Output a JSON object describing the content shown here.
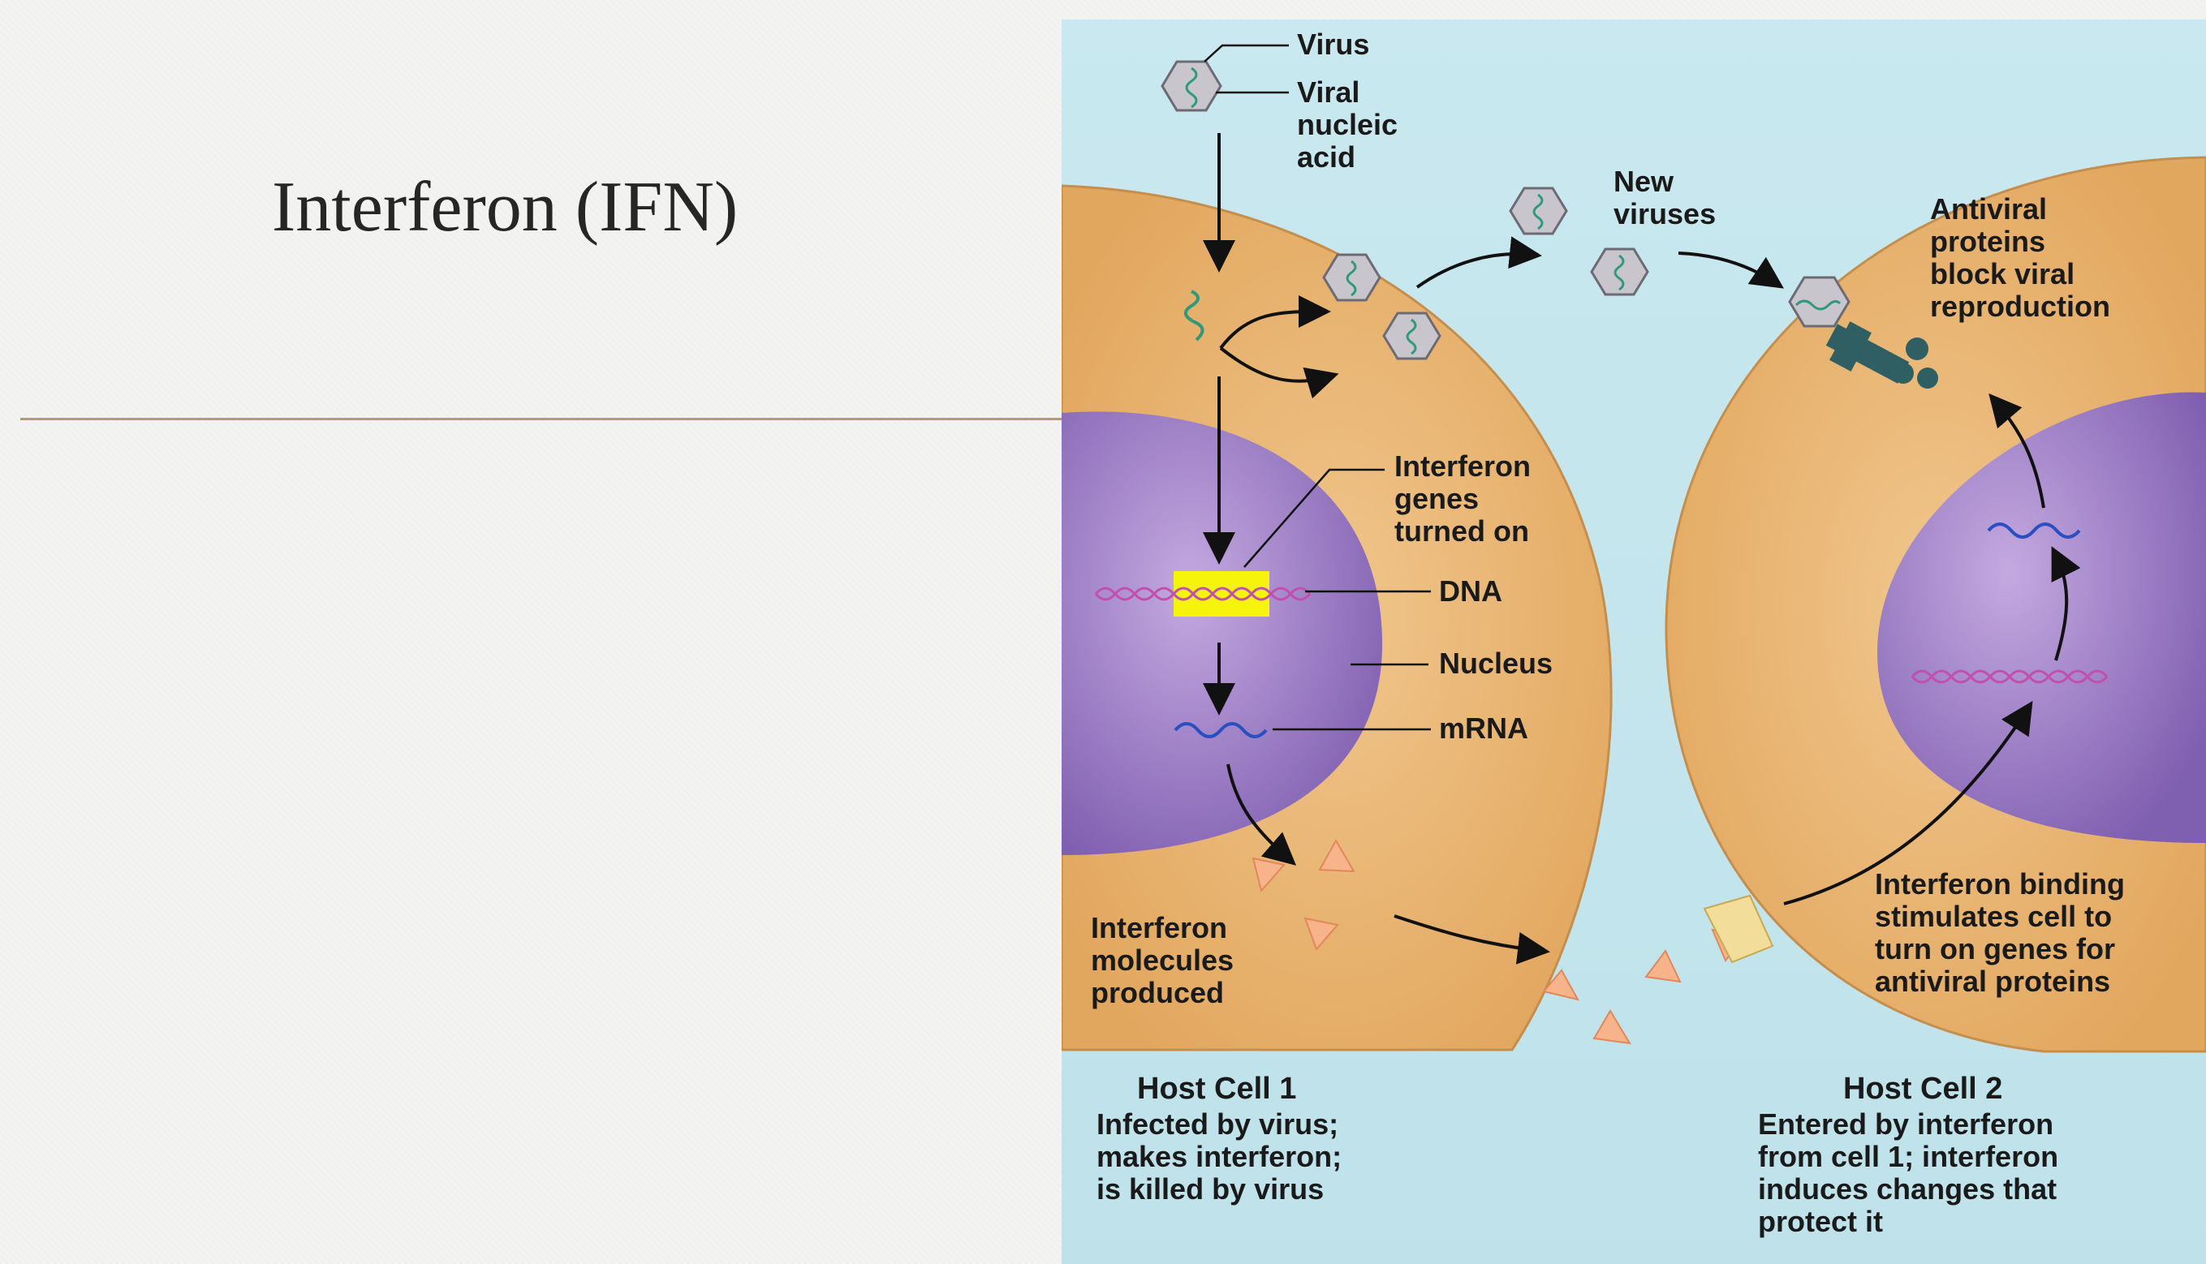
{
  "slide": {
    "title": "Interferon (IFN)"
  },
  "diagram": {
    "labels": {
      "virus": "Virus",
      "viral_nucleic_acid": [
        "Viral",
        "nucleic",
        "acid"
      ],
      "new_viruses": [
        "New",
        "viruses"
      ],
      "antiviral_proteins": [
        "Antiviral",
        "proteins",
        "block viral",
        "reproduction"
      ],
      "interferon_genes": [
        "Interferon",
        "genes",
        "turned on"
      ],
      "dna": "DNA",
      "nucleus": "Nucleus",
      "mrna": "mRNA",
      "interferon_molecules": [
        "Interferon",
        "molecules",
        "produced"
      ],
      "interferon_binding": [
        "Interferon binding",
        "stimulates cell to",
        "turn on genes for",
        "antiviral proteins"
      ]
    },
    "captions": {
      "cell1_title": "Host Cell 1",
      "cell1_desc": [
        "Infected by virus;",
        "makes interferon;",
        "is killed by virus"
      ],
      "cell2_title": "Host Cell 2",
      "cell2_desc": [
        "Entered by interferon",
        "from cell 1; interferon",
        "induces changes that",
        "protect it"
      ]
    },
    "colors": {
      "background": "#c6e6ee",
      "cytoplasm": "#e9b97a",
      "nucleus": "#9b7fc4",
      "virus_capsid": "#c8c6cc",
      "dna": "#c24fae",
      "mrna": "#2a4fc0",
      "highlight": "#f6f40a",
      "interferon": "#f7b48a",
      "antiviral_protein": "#2f5e63",
      "divider": "#b49a76"
    }
  }
}
